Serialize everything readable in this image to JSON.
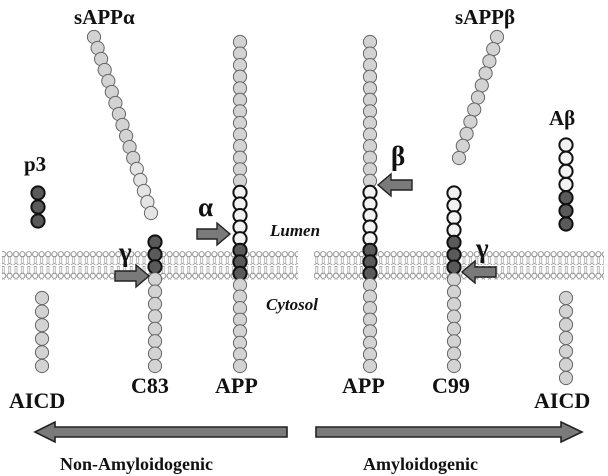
{
  "labels": {
    "sappa": "sAPPα",
    "sappb": "sAPPβ",
    "p3": "p3",
    "abeta": "Aβ",
    "alpha": "α",
    "beta": "β",
    "gamma_left": "γ",
    "gamma_right": "γ",
    "lumen": "Lumen",
    "cytosol": "Cytosol",
    "aicd_left": "AICD",
    "c83": "C83",
    "app_left": "APP",
    "app_right": "APP",
    "c99": "C99",
    "aicd_right": "AICD",
    "non_amyloidogenic": "Non-Amyloidogenic",
    "amyloidogenic": "Amyloidogenic"
  },
  "colors": {
    "bead_light": "#d3d3d3",
    "bead_lighter": "#e4e4e4",
    "bead_dark": "#5a5a5a",
    "bead_white": "#f2f2f2",
    "arrow_fill": "#7a7a7a",
    "membrane_head": "#ffffff",
    "membrane_tail": "#9a9a9a"
  }
}
